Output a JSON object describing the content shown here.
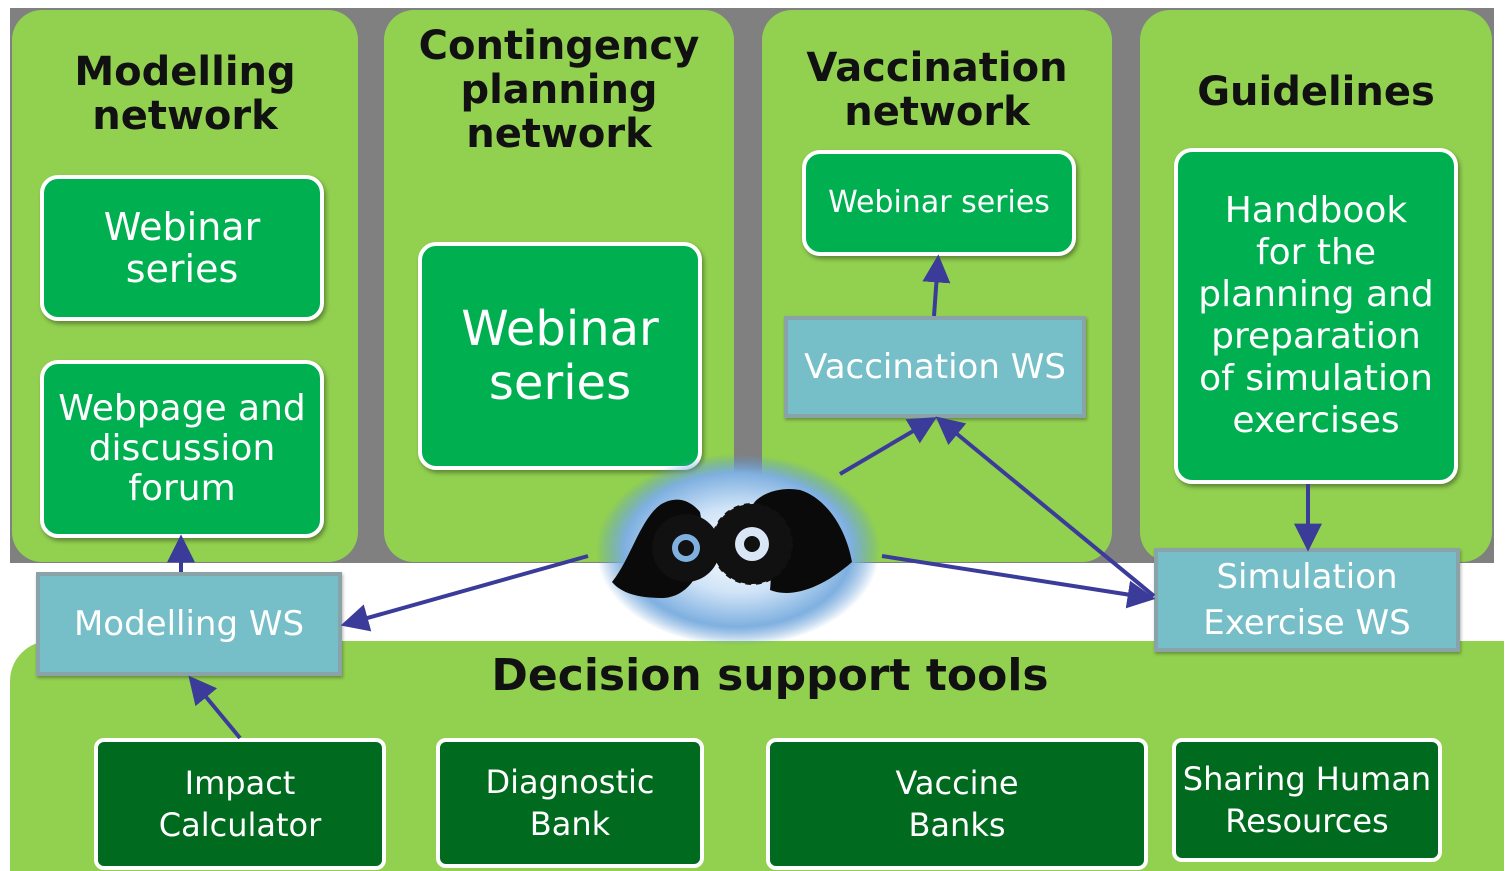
{
  "columns": {
    "modelling": {
      "title": "Modelling\nnetwork",
      "boxes": [
        "Webinar\nseries",
        "Webpage and\ndiscussion\nforum"
      ]
    },
    "contingency": {
      "title": "Contingency\nplanning\nnetwork",
      "boxes": [
        "Webinar\nseries"
      ]
    },
    "vaccination": {
      "title": "Vaccination\nnetwork",
      "boxes": [
        "Webinar series"
      ]
    },
    "guidelines": {
      "title": "Guidelines",
      "boxes": [
        "Handbook\nfor the\nplanning and\npreparation\nof simulation\nexercises"
      ]
    }
  },
  "workshops": {
    "modelling": "Modelling WS",
    "vaccination": "Vaccination WS",
    "simulation": "Simulation\nExercise WS"
  },
  "decision_support": {
    "title": "Decision support tools",
    "tools": [
      "Impact\nCalculator",
      "Diagnostic\nBank",
      "Vaccine\nBanks",
      "Sharing Human\nResources"
    ]
  },
  "center_image": {
    "icon": "gears-handshake-icon"
  },
  "colors": {
    "column_green": "#92d050",
    "box_green": "#00b050",
    "tool_green": "#006b1f",
    "workshop_blue": "#76bec8",
    "arrow": "#3b3b9a",
    "divider_grey": "#808080"
  }
}
